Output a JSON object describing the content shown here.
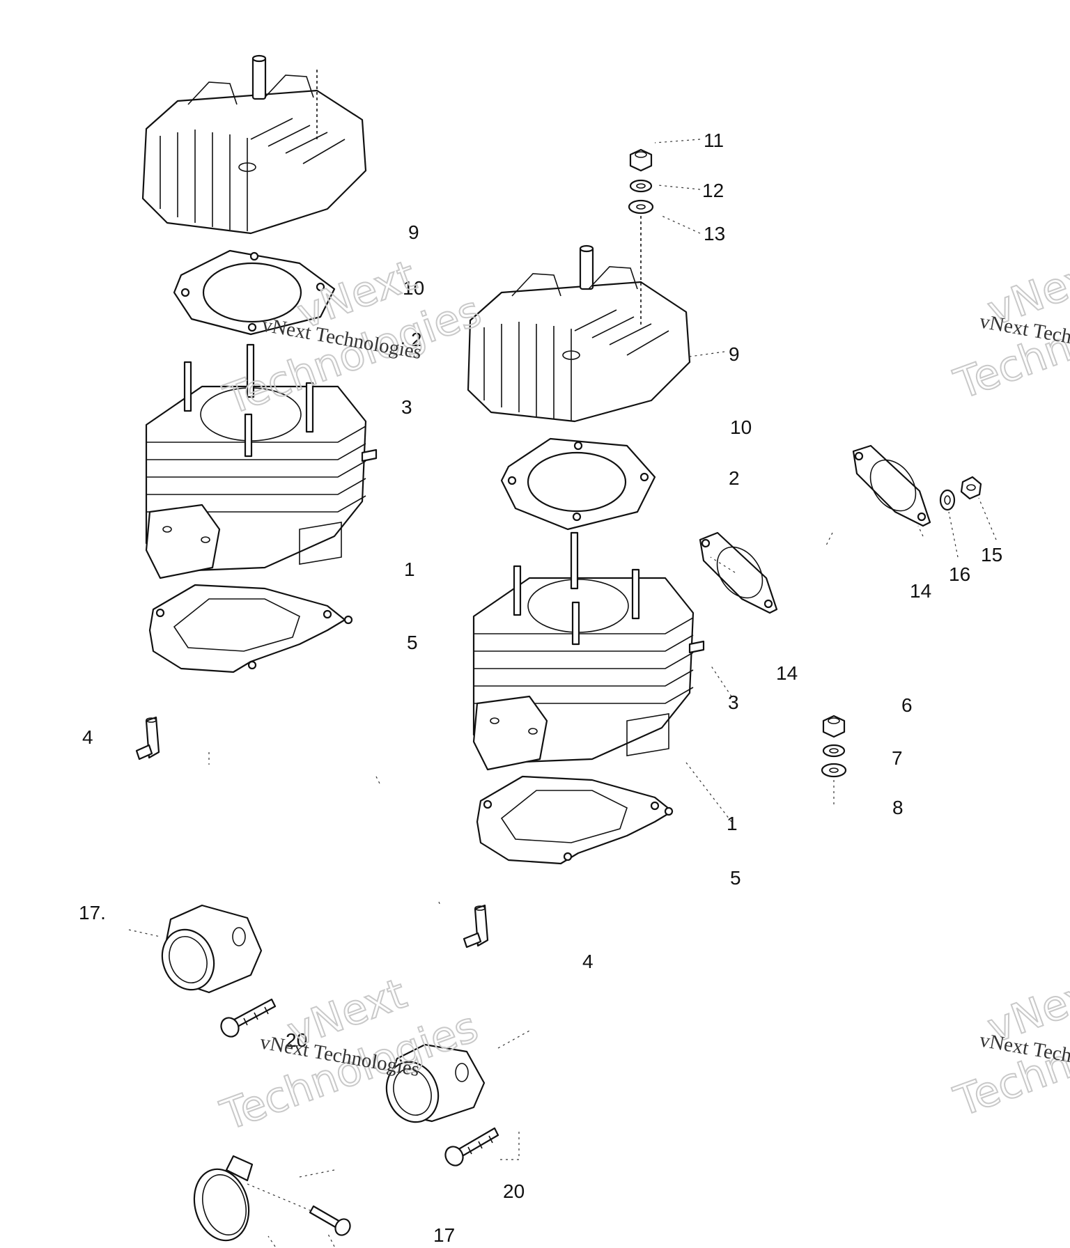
{
  "watermark": {
    "small_text": "vNext Technologies",
    "big_line1": "vNext",
    "big_line2": "Technologies",
    "color": "#c9c9c9"
  },
  "callouts": {
    "c_9a": "9",
    "c_10a": "10",
    "c_2a": "2",
    "c_3a": "3",
    "c_1a": "1",
    "c_5a": "5",
    "c_4a": "4",
    "c_11": "11",
    "c_12": "12",
    "c_13": "13",
    "c_9b": "9",
    "c_10b": "10",
    "c_2b": "2",
    "c_3b": "3",
    "c_1b": "1",
    "c_5b": "5",
    "c_4b": "4",
    "c_14a": "14",
    "c_16": "16",
    "c_15": "15",
    "c_14b": "14",
    "c_6": "6",
    "c_7": "7",
    "c_8": "8",
    "c_17a": "17.",
    "c_20a": "20",
    "c_20b": "20",
    "c_17b": "17"
  },
  "icons": {
    "cylinder_head": "cylinder-head-icon",
    "cylinder": "cylinder-icon",
    "gasket": "gasket-icon",
    "nut": "nut-icon",
    "washer": "washer-icon",
    "bolt": "bolt-icon",
    "clamp": "clamp-icon",
    "intake_boot": "intake-boot-icon",
    "drain_fitting": "drain-fitting-icon"
  }
}
